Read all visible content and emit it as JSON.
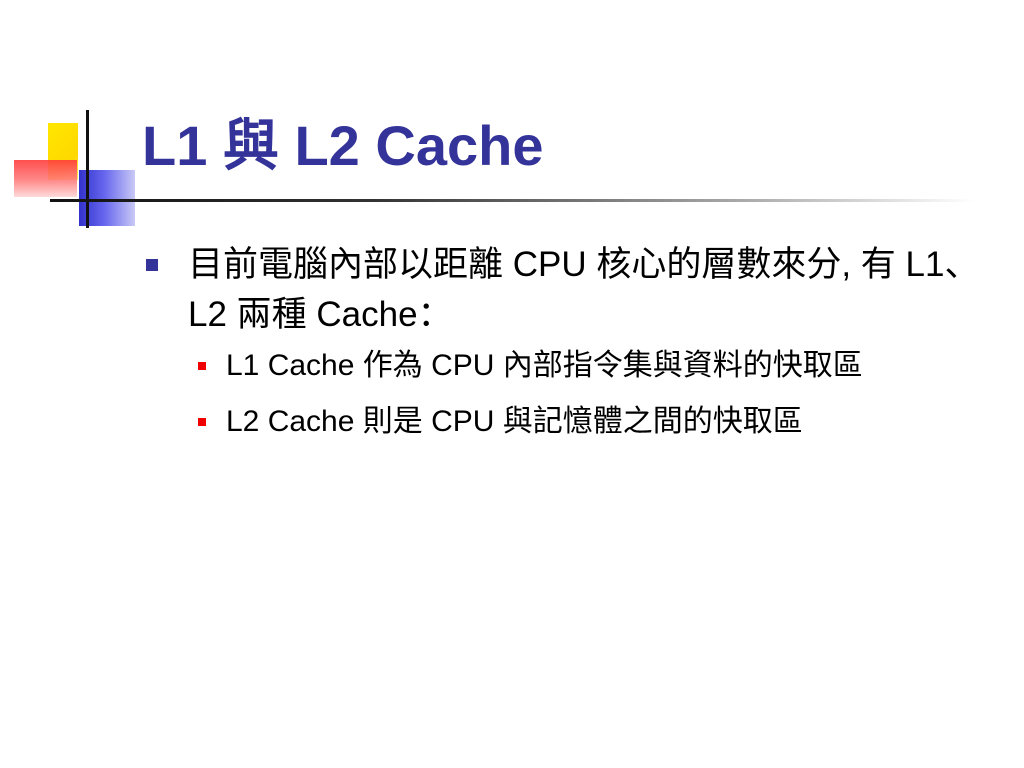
{
  "slide": {
    "title": "L1 與 L2 Cache",
    "bullets": [
      {
        "text": "目前電腦內部以距離 CPU 核心的層數來分, 有 L1、L2 兩種 Cache：",
        "sub_bullets": [
          {
            "text": "L1 Cache 作為 CPU 內部指令集與資料的快取區"
          },
          {
            "text": "L2 Cache 則是 CPU 與記憶體之間的快取區"
          }
        ]
      }
    ]
  },
  "colors": {
    "title": "#333399",
    "bullet_level1": "#333399",
    "bullet_level2": "#ee0000"
  }
}
